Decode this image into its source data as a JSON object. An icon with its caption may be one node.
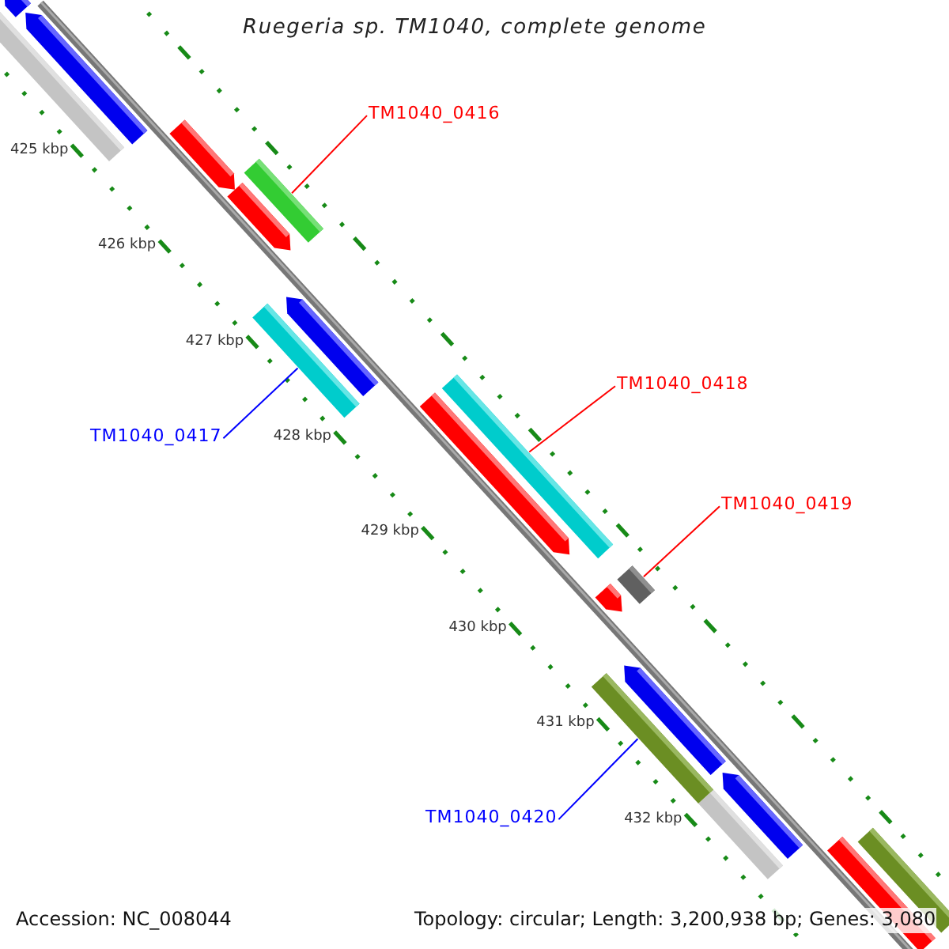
{
  "diagram": {
    "title": "Ruegeria sp. TM1040, complete genome",
    "nodes": [
      {
        "text": [
          "TM1040_0416"
        ]
      },
      {
        "text": [],
        "shape": "bar"
      },
      {
        "text": [
          "TM1040_0418"
        ]
      },
      {
        "text": [],
        "shape": "bar"
      },
      {
        "text": [
          "TM1040_0417"
        ]
      },
      {
        "text": [],
        "shape": "bar"
      },
      {
        "text": [
          "TM1040_0419"
        ]
      },
      {
        "text": [],
        "shape": "bar"
      },
      {
        "text": [
          "TM1040_0420"
        ]
      },
      {
        "text": [],
        "shape": "bar"
      }
    ],
    "edges": [
      {
        "from": 0,
        "to": 1,
        "arrow": "none"
      },
      {
        "from": 2,
        "to": 3,
        "arrow": "none"
      },
      {
        "from": 4,
        "to": 5,
        "arrow": "none",
        "color": "#0000ff"
      },
      {
        "from": 6,
        "to": 7,
        "arrow": "none"
      },
      {
        "from": 8,
        "to": 9,
        "arrow": "none",
        "color": "#0000ff"
      }
    ],
    "labels": [
      "425 kbp",
      "426 kbp",
      "427 kbp",
      "428 kbp",
      "429 kbp",
      "430 kbp",
      "431 kbp",
      "432 kbp",
      "Accession: NC_008044",
      "Topology: circular; Length: 3,200,938 bp; Genes: 3,080"
    ]
  }
}
